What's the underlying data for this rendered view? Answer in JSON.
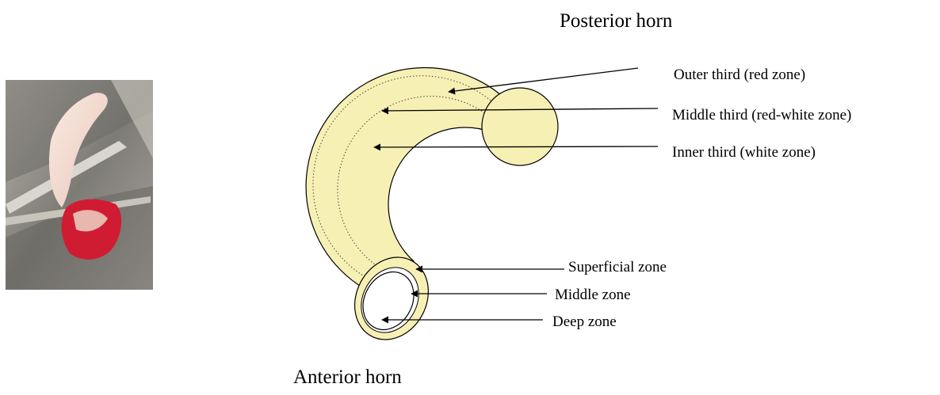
{
  "labels": {
    "posterior_horn": "Posterior horn",
    "anterior_horn": "Anterior horn",
    "outer_third": "Outer third (red zone)",
    "middle_third": "Middle third (red-white zone)",
    "inner_third": "Inner third (white zone)",
    "superficial_zone": "Superficial zone",
    "middle_zone": "Middle zone",
    "deep_zone": "Deep zone"
  },
  "colors": {
    "meniscus_fill": "#f7f0b4",
    "outline": "#000000",
    "photo_metal": "#8c8a84",
    "tissue_white": "#f2dcd2",
    "tissue_red": "#d01c32"
  },
  "photo": {
    "subject": "meniscus-specimen-held-by-forceps"
  }
}
